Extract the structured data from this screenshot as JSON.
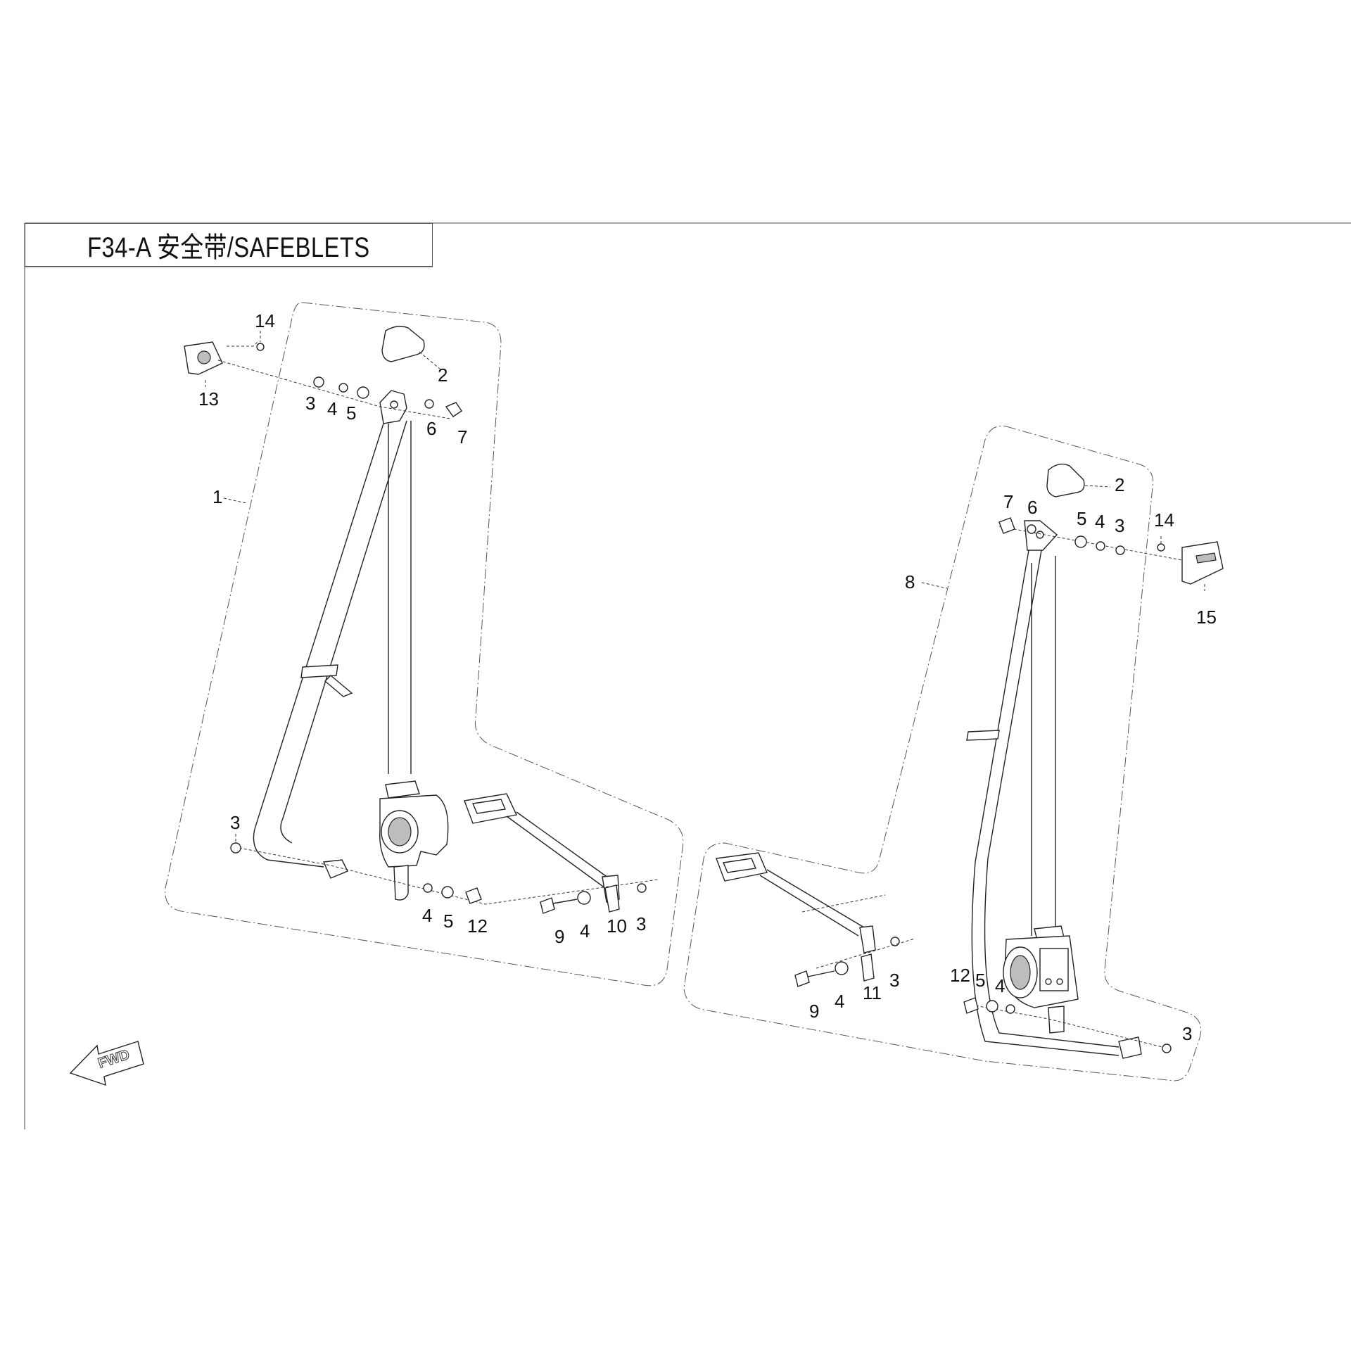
{
  "title": "F34-A 安全带/SAFEBLETS",
  "fwd_label": "FWD",
  "callouts_left": {
    "c1": "1",
    "c2": "2",
    "c3a": "3",
    "c4a": "4",
    "c5a": "5",
    "c6": "6",
    "c7": "7",
    "c13": "13",
    "c14": "14",
    "c3b": "3",
    "c4b": "4",
    "c5b": "5",
    "c12": "12",
    "c9": "9",
    "c4c": "4",
    "c10": "10",
    "c3c": "3"
  },
  "callouts_right": {
    "c8": "8",
    "c2": "2",
    "c7": "7",
    "c6": "6",
    "c5": "5",
    "c4": "4",
    "c3a": "3",
    "c14": "14",
    "c15": "15",
    "c9": "9",
    "c4b": "4",
    "c11": "11",
    "c3b": "3",
    "c12": "12",
    "c5b": "5",
    "c4c": "4",
    "c3c": "3"
  }
}
